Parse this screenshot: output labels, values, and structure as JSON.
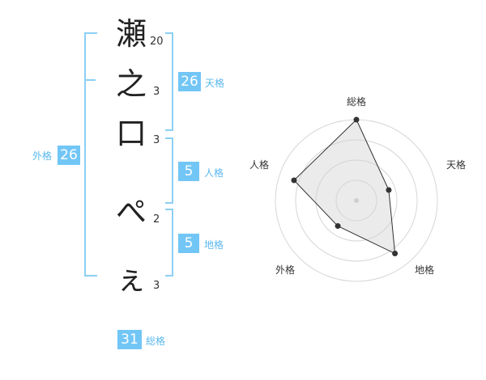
{
  "name_chars": [
    {
      "char": "瀬",
      "strokes": "20"
    },
    {
      "char": "之",
      "strokes": "3"
    },
    {
      "char": "口",
      "strokes": "3"
    },
    {
      "char": "ぺ",
      "strokes": "2"
    },
    {
      "char": "ぇ",
      "strokes": "3"
    }
  ],
  "boxes": {
    "tenkaku": {
      "value": "26",
      "label": "天格"
    },
    "jinkaku": {
      "value": "5",
      "label": "人格"
    },
    "chikaku": {
      "value": "5",
      "label": "地格"
    },
    "gaikaku": {
      "value": "26",
      "label": "外格"
    },
    "soukaku": {
      "value": "31",
      "label": "総格"
    }
  },
  "colors": {
    "accent": "#72c6f6",
    "bracket": "#8ccff5",
    "label": "#5ab8ee"
  },
  "chart_data": {
    "type": "radar",
    "axes": [
      "総格",
      "天格",
      "地格",
      "外格",
      "人格"
    ],
    "values": [
      1.0,
      0.42,
      0.81,
      0.39,
      0.81
    ],
    "range": [
      0,
      1
    ],
    "rings": 4
  }
}
